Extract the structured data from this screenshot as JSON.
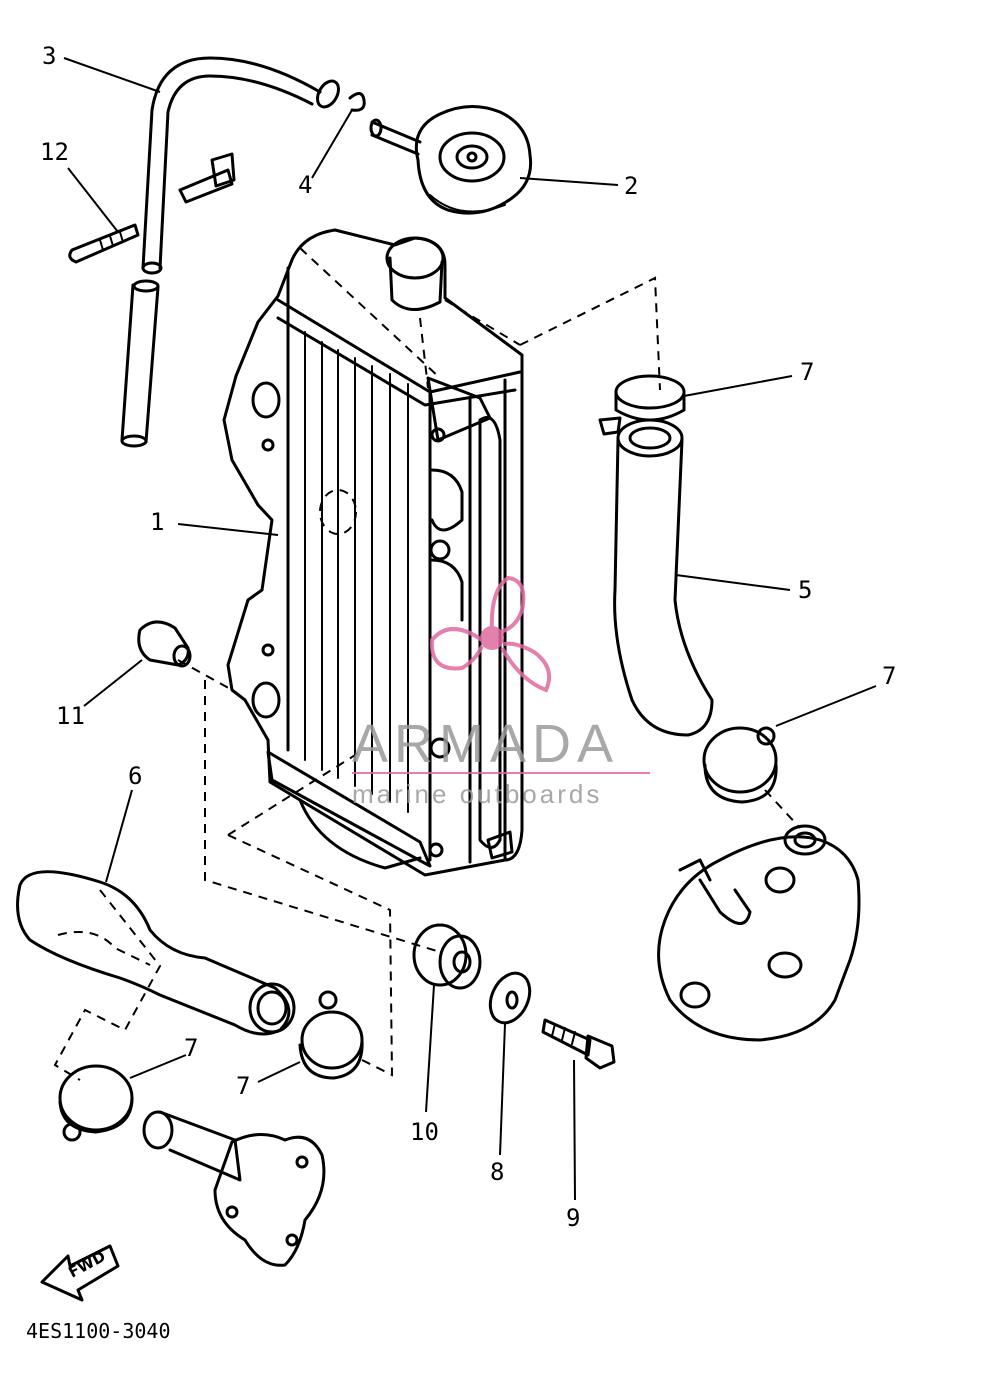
{
  "callouts": [
    "1",
    "2",
    "3",
    "4",
    "5",
    "6",
    "7",
    "7",
    "7",
    "7",
    "8",
    "9",
    "10",
    "11",
    "12"
  ],
  "drawing_number": "4ES1100-3040",
  "fwd_label": "FWD",
  "watermark": {
    "title": "ARMADA",
    "subtitle": "marine outboards",
    "color": "#e06aa0"
  }
}
